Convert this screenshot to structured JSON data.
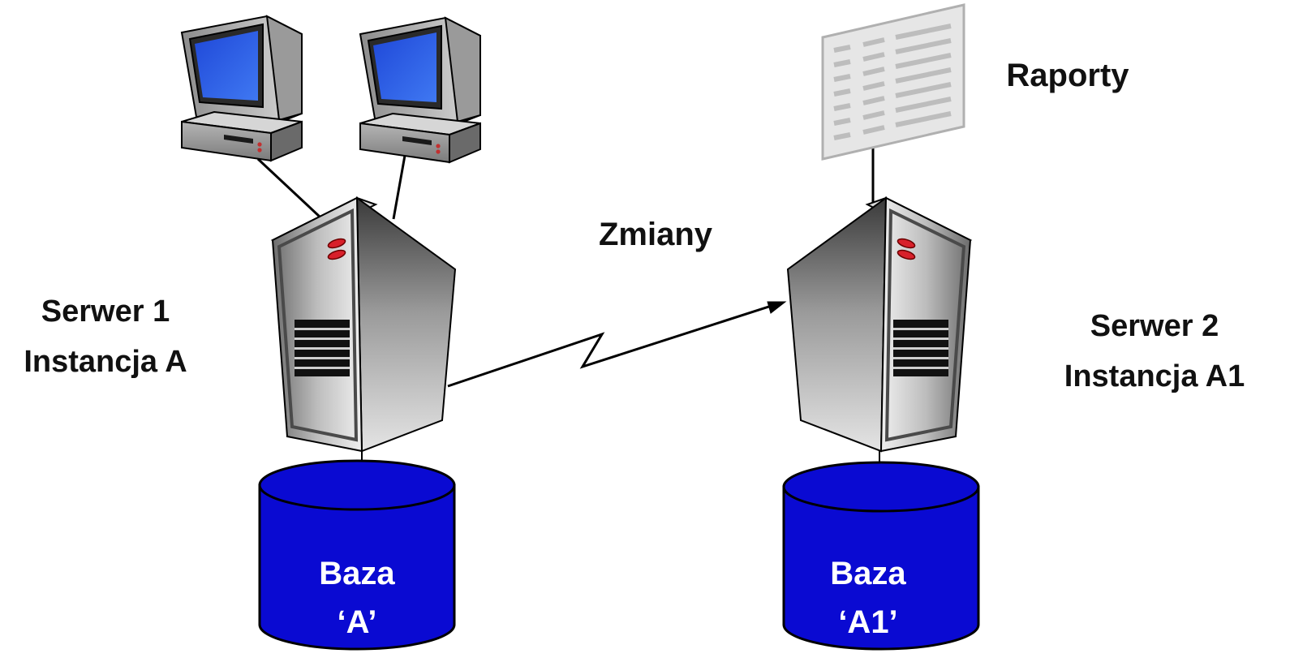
{
  "labels": {
    "server1_line1": "Serwer 1",
    "server1_line2": "Instancja A",
    "server2_line1": "Serwer 2",
    "server2_line2": "Instancja A1",
    "changes": "Zmiany",
    "reports": "Raporty",
    "db1_line1": "Baza",
    "db1_line2": "‘A’",
    "db2_line1": "Baza",
    "db2_line2": "‘A1’"
  },
  "colors": {
    "database_fill": "#0a0ad2",
    "screen_blue": "#2e5de8",
    "server_light": "#ededed",
    "server_dark": "#7a7a7a",
    "led_red": "#d8202a",
    "report_paper": "#e6e6e6",
    "text": "#111111",
    "db_text": "#ffffff"
  },
  "icons": [
    "workstation-icon",
    "tower-server-icon",
    "database-cylinder-icon",
    "report-document-icon"
  ]
}
